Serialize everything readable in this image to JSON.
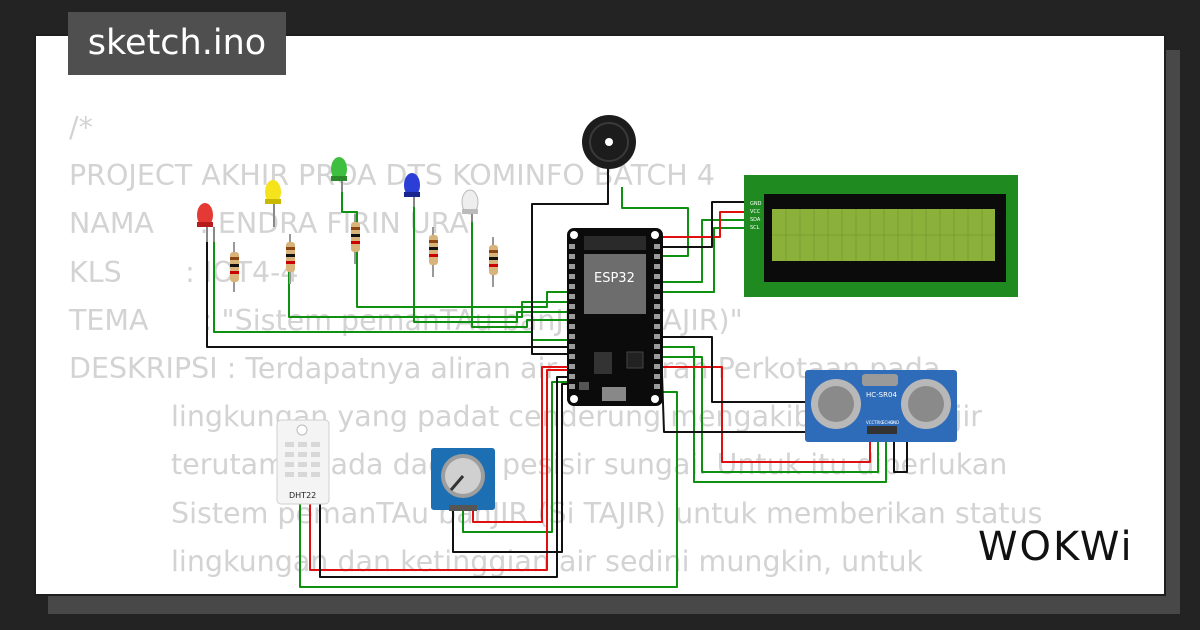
{
  "tab": {
    "filename": "sketch.ino"
  },
  "code_lines": [
    "/*",
    "PROJECT AKHIR PROA DTS KOMINFO BATCH 4",
    "NAMA     : ENDRA FIRIN URA",
    "KLS       : IOT4-4",
    "TEMA      : \"Sistem pemanTAu banJIR (Si TAJIR)\"",
    "DESKRIPSI : Terdapatnya aliran air ke daerah Perkotaan pada",
    "lingkungan yang padat cenderung mengakibatkan banjir",
    "terutama pada daerah pesisir sungai. Untuk itu diperlukan",
    "Sistem pemanTAu banJIR (Si TAJIR) untuk memberikan status",
    "lingkungan dan ketinggian air sedini mungkin, untuk"
  ],
  "components": {
    "mcu_label": "ESP32",
    "sensor_label": "DHT22",
    "ultrasonic_label": "HC-SR04",
    "ultrasonic_pins": [
      "VCC",
      "TRIG",
      "ECHO",
      "GND"
    ],
    "lcd_pins": [
      "GND",
      "VCC",
      "SDA",
      "SCL"
    ]
  },
  "led_colors": {
    "red": "#e53935",
    "yellow": "#f5e31c",
    "green": "#3fbf3f",
    "blue": "#2b3ed6",
    "white": "#eeeeee"
  },
  "wire_colors": {
    "signal": "#109010",
    "power": "#e01010",
    "ground": "#111111"
  },
  "brand": {
    "logo": "WOKWi"
  }
}
